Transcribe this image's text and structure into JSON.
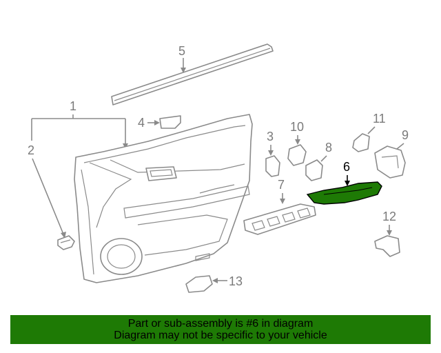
{
  "diagram": {
    "callouts": {
      "c1": "1",
      "c2": "2",
      "c3": "3",
      "c4": "4",
      "c5": "5",
      "c6": "6",
      "c7": "7",
      "c8": "8",
      "c9": "9",
      "c10": "10",
      "c11": "11",
      "c12": "12",
      "c13": "13"
    },
    "highlighted_part": "6",
    "highlight_color": "#1e7a05",
    "line_color": "#8a8a8a"
  },
  "banner": {
    "line1": "Part or sub-assembly is #6 in diagram",
    "line2": "Diagram may not be specific to your vehicle",
    "background": "#1e7a05"
  }
}
